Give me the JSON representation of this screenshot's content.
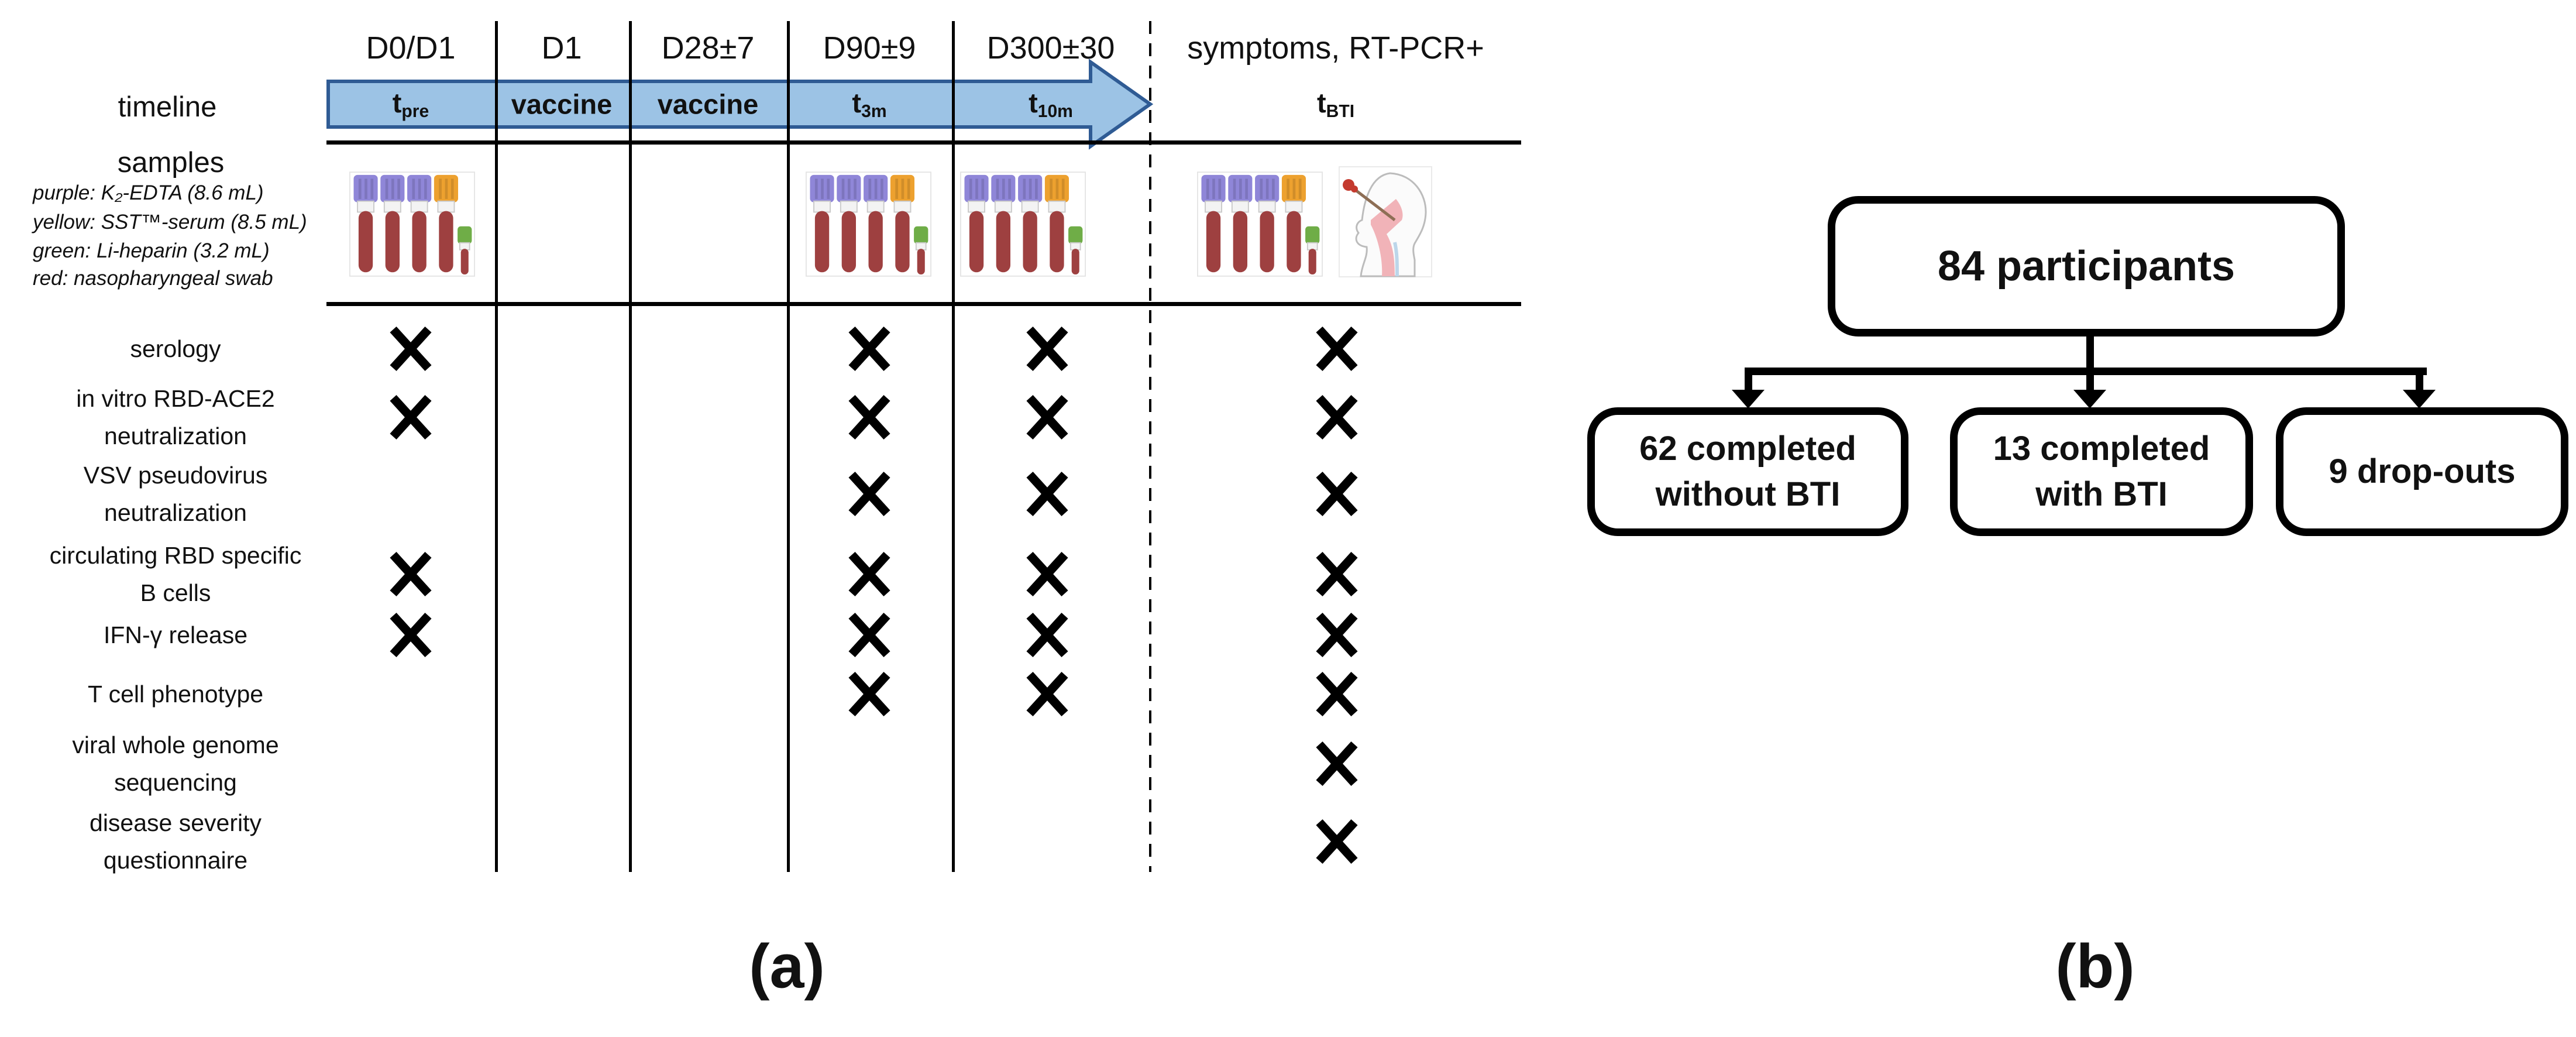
{
  "panel_a": {
    "label": "(a)",
    "row_headers": {
      "timeline": "timeline",
      "samples": "samples"
    },
    "sample_legend": [
      "purple: K₂-EDTA (8.6 mL)",
      "yellow: SST™-serum (8.5 mL)",
      "green: Li-heparin (3.2 mL)",
      "red: nasopharyngeal swab"
    ],
    "columns": [
      {
        "id": "tpre",
        "header": "D0/D1",
        "timeline_base": "t",
        "timeline_sub": "pre"
      },
      {
        "id": "d1",
        "header": "D1",
        "timeline_base": "vaccine",
        "timeline_sub": ""
      },
      {
        "id": "d28",
        "header": "D28±7",
        "timeline_base": "vaccine",
        "timeline_sub": ""
      },
      {
        "id": "d90",
        "header": "D90±9",
        "timeline_base": "t",
        "timeline_sub": "3m"
      },
      {
        "id": "d300",
        "header": "D300±30",
        "timeline_base": "t",
        "timeline_sub": "10m"
      },
      {
        "id": "bti",
        "header": "symptoms, RT-PCR+",
        "timeline_base": "t",
        "timeline_sub": "BTI"
      }
    ],
    "sample_icon_columns": [
      "tpre",
      "d90",
      "d300",
      "bti"
    ],
    "swab_icon_column": "bti",
    "assays": [
      {
        "id": "serology",
        "lines": [
          "serology"
        ],
        "marks": [
          "tpre",
          "d90",
          "d300",
          "bti"
        ]
      },
      {
        "id": "rbd-ace2",
        "lines": [
          "in vitro RBD-ACE2",
          "neutralization"
        ],
        "marks": [
          "tpre",
          "d90",
          "d300",
          "bti"
        ]
      },
      {
        "id": "vsv",
        "lines": [
          "VSV pseudovirus",
          "neutralization"
        ],
        "marks": [
          "d90",
          "d300",
          "bti"
        ]
      },
      {
        "id": "b-cells",
        "lines": [
          "circulating RBD specific",
          "B cells"
        ],
        "marks": [
          "tpre",
          "d90",
          "d300",
          "bti"
        ]
      },
      {
        "id": "ifn-gamma",
        "lines": [
          "IFN-γ release"
        ],
        "marks": [
          "tpre",
          "d90",
          "d300",
          "bti"
        ]
      },
      {
        "id": "t-cell",
        "lines": [
          "T cell phenotype"
        ],
        "marks": [
          "d90",
          "d300",
          "bti"
        ]
      },
      {
        "id": "wgs",
        "lines": [
          "viral whole genome",
          "sequencing"
        ],
        "marks": [
          "bti"
        ]
      },
      {
        "id": "questionnaire",
        "lines": [
          "disease severity",
          "questionnaire"
        ],
        "marks": [
          "bti"
        ]
      }
    ]
  },
  "panel_b": {
    "label": "(b)",
    "root_label": "84 participants",
    "children": [
      {
        "id": "without-bti",
        "lines": [
          "62 completed",
          "without BTI"
        ]
      },
      {
        "id": "with-bti",
        "lines": [
          "13 completed",
          "with BTI"
        ]
      },
      {
        "id": "drop-outs",
        "lines": [
          "9 drop-outs"
        ]
      }
    ]
  },
  "colors": {
    "arrow_fill": "#9CC3E5",
    "arrow_border": "#2F5B94",
    "cap_purple": "#8F86D8",
    "cap_yellow": "#EDA12F",
    "cap_green": "#6FAD47",
    "tube_red": "#9E4040",
    "swab_tip_red": "#C43A2E",
    "line_black": "#000000"
  }
}
